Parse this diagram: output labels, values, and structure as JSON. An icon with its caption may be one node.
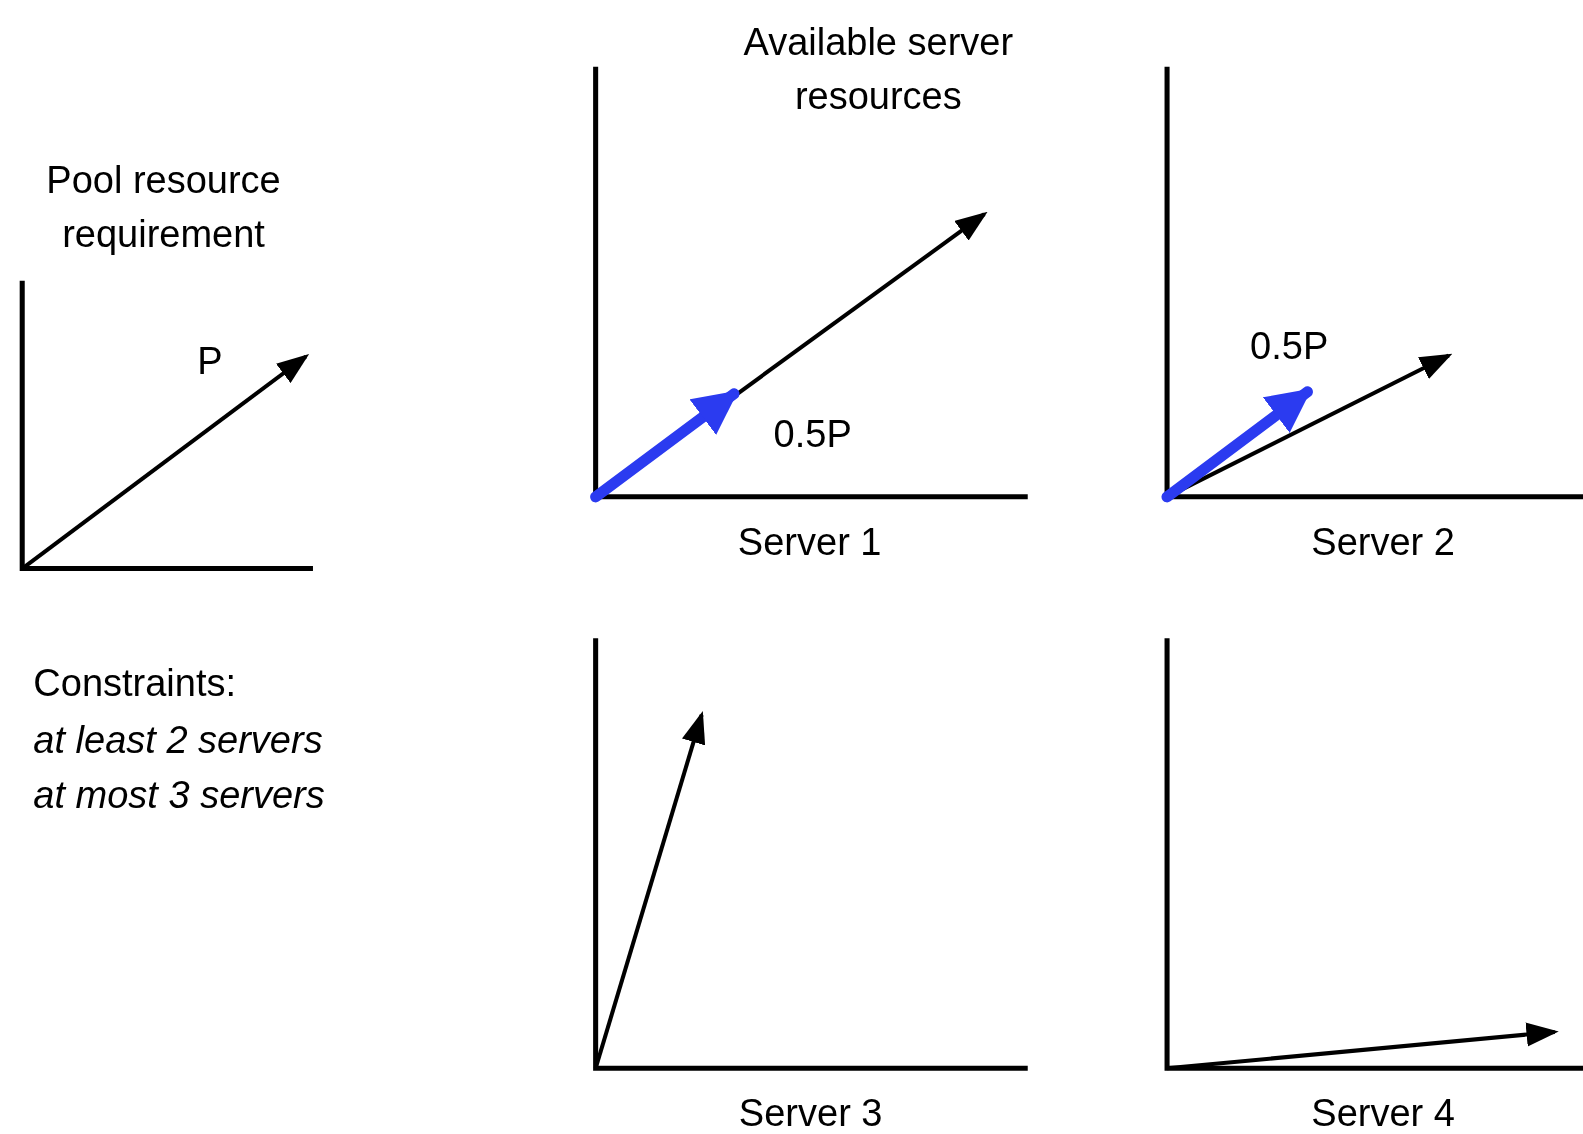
{
  "diagram": {
    "labels": [
      "Available server resources",
      "Pool resource requirement",
      "0.5P",
      "P",
      "0.5P",
      "Server 1",
      "Server 2",
      "Constraints:",
      "at least 2 servers",
      "at most 3 servers",
      "Server 3",
      "Server 4"
    ]
  }
}
